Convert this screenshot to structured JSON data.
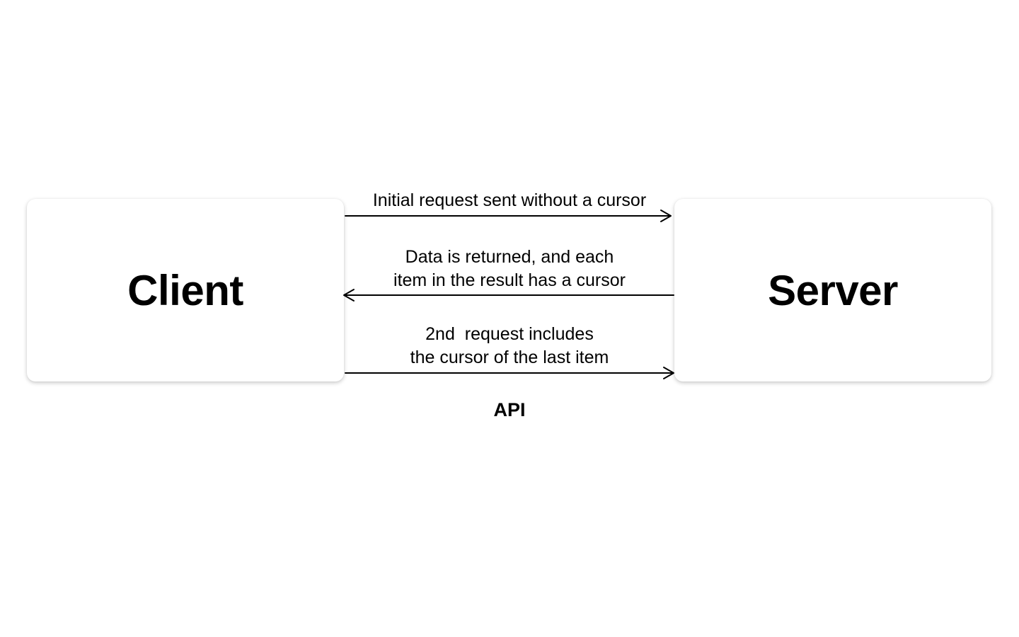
{
  "page": {
    "background": "#ffffff"
  },
  "diagram": {
    "nodes": [
      {
        "id": "client",
        "label": "Client"
      },
      {
        "id": "server",
        "label": "Server"
      }
    ],
    "messages": [
      {
        "id": "initial-request",
        "label": "Initial request sent without a cursor",
        "direction": "right",
        "from": "client",
        "to": "server"
      },
      {
        "id": "data-returned",
        "label": "Data is returned, and each\nitem in the result has a cursor",
        "direction": "left",
        "from": "server",
        "to": "client"
      },
      {
        "id": "second-request",
        "label": "2nd  request includes\nthe cursor of the last item",
        "direction": "right",
        "from": "client",
        "to": "server"
      }
    ],
    "api_label": "API",
    "colors": {
      "text": "#000000",
      "arrow": "#000000",
      "node_background": "#ffffff"
    }
  }
}
